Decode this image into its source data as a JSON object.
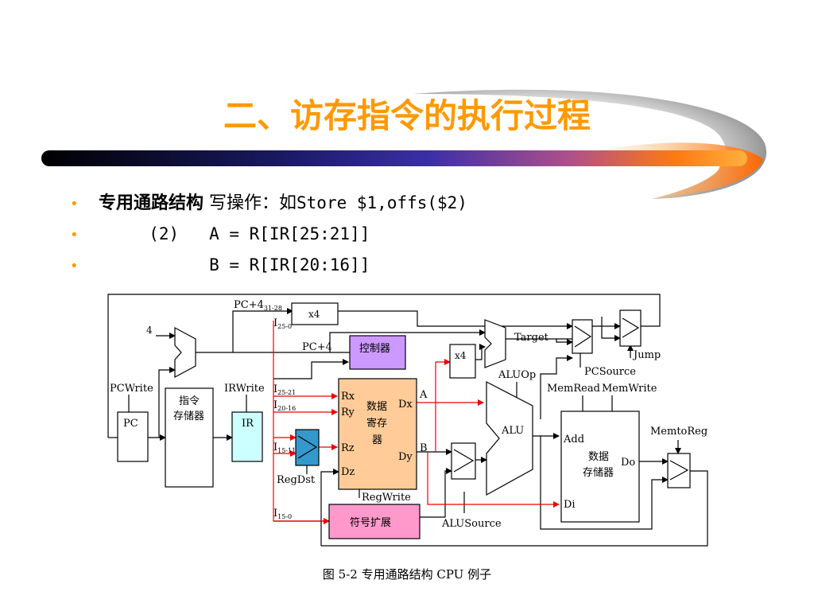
{
  "slide": {
    "title": "二、访存指令的执行过程",
    "bullets": [
      {
        "lead_bold": "专用通路结构",
        "lead_rest": " 写操作：如",
        "code": "Store $1,offs($2)"
      },
      {
        "lead_bold": "",
        "lead_rest": "",
        "code": "     (2)   A = R[IR[25:21]]"
      },
      {
        "lead_bold": "",
        "lead_rest": "",
        "code": "           B = R[IR[20:16]]"
      }
    ],
    "caption": "图 5-2    专用通路结构 CPU 例子"
  },
  "colors": {
    "title": "#ff9900",
    "bullet": "#ff9900",
    "ir_fill": "#ccffff",
    "regdst_fill": "#3399cc",
    "controller_fill": "#cc99ff",
    "regfile_fill": "#ffcc99",
    "signext_fill": "#ff99cc",
    "highlight_wire": "#ee0000"
  },
  "diagram": {
    "labels": {
      "pc4_top": "PC+4",
      "pc4_top_sub": "31-28",
      "x4_top": "x4",
      "four": "4",
      "i25_0": "I",
      "i25_0_sub": "25-0",
      "pc4_mid": "PC+4",
      "controller": "控制器",
      "target": "Target",
      "jump": "Jump",
      "x4_mid": "x4",
      "aluop": "ALUOp",
      "pcsource": "PCSource",
      "pcwrite": "PCWrite",
      "irwrite": "IRWrite",
      "i25_21": "I",
      "i25_21_sub": "25-21",
      "i20_16": "I",
      "i20_16_sub": "20-16",
      "i15_11": "I",
      "i15_11_sub": "15-11",
      "i15_0": "I",
      "i15_0_sub": "15-0",
      "memread": "MemRead",
      "memwrite": "MemWrite",
      "memtoreg": "MemtoReg",
      "pc": "PC",
      "imem_1": "指令",
      "imem_2": "存储器",
      "ir": "IR",
      "rx": "Rx",
      "ry": "Ry",
      "rz": "Rz",
      "dz": "Dz",
      "dx": "Dx",
      "dy": "Dy",
      "regfile_1": "数据",
      "regfile_2": "寄存",
      "regfile_3": "器",
      "a": "A",
      "b": "B",
      "alu": "ALU",
      "add": "Add",
      "di": "Di",
      "do": "Do",
      "dmem_1": "数据",
      "dmem_2": "存储器",
      "regdst": "RegDst",
      "regwrite": "RegWrite",
      "signext": "符号扩展",
      "alusource": "ALUSource"
    }
  }
}
